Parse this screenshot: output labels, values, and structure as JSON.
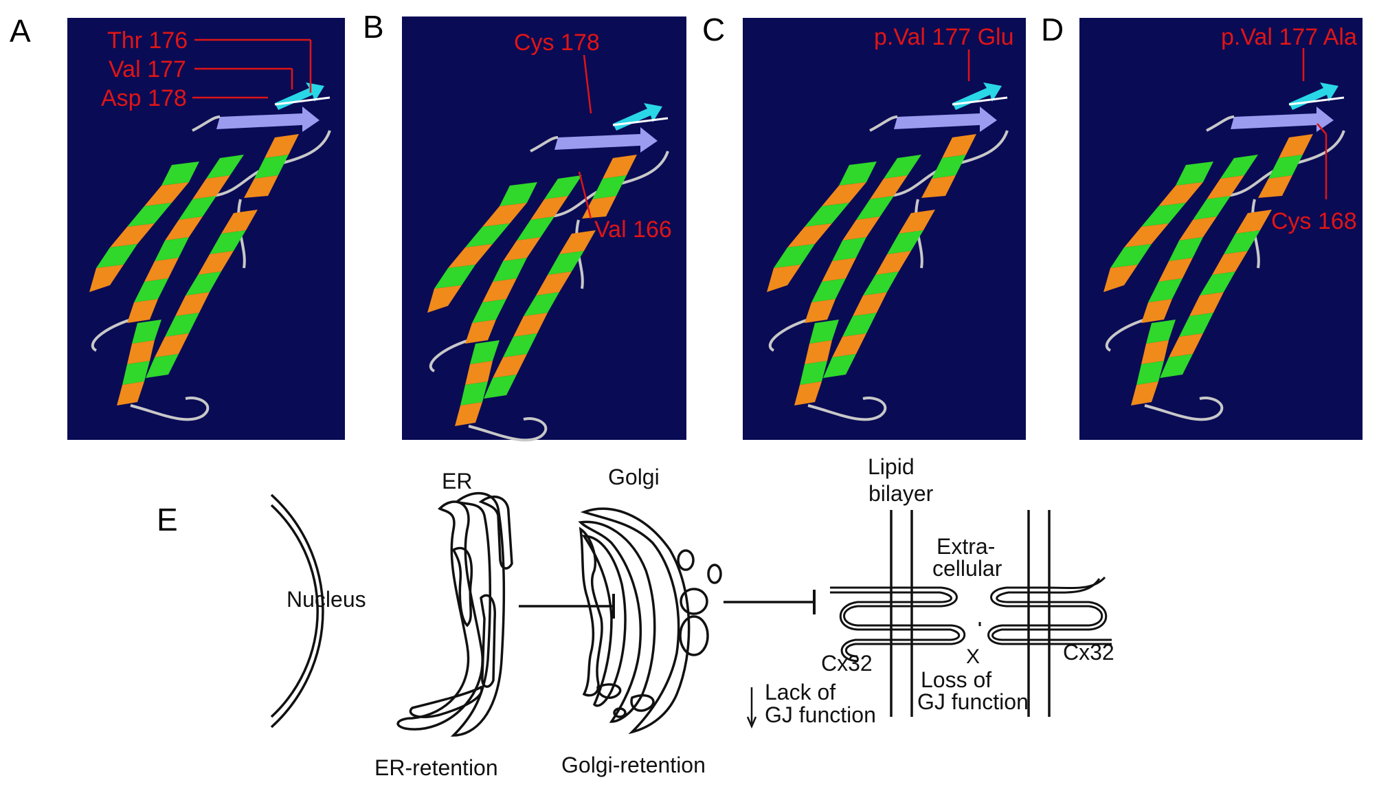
{
  "panels": {
    "A": {
      "letter": "A",
      "labels": [
        "Thr 176",
        "Val 177",
        "Asp 178"
      ]
    },
    "B": {
      "letter": "B",
      "labels": [
        "Cys 178",
        "Val 166"
      ]
    },
    "C": {
      "letter": "C",
      "labels": [
        "p.Val 177 Glu"
      ]
    },
    "D": {
      "letter": "D",
      "labels": [
        "p.Val 177 Ala",
        "Cys 168"
      ]
    }
  },
  "schematic": {
    "letter": "E",
    "nucleus": "Nucleus",
    "er": "ER",
    "golgi": "Golgi",
    "lipid_bilayer_1": "Lipid",
    "lipid_bilayer_2": "bilayer",
    "extracellular_1": "Extra-",
    "extracellular_2": "cellular",
    "cx32_left": "Cx32",
    "cx32_right": "Cx32",
    "lack_1": "Lack of",
    "lack_2": "GJ function",
    "loss_1": "Loss of",
    "loss_2": "GJ function",
    "x_mark": "X",
    "er_retention": "ER-retention",
    "golgi_retention": "Golgi-retention"
  },
  "colors": {
    "panel_bg": "#0a0b55",
    "helix_green": "#2fd82a",
    "helix_orange": "#f08a1a",
    "sheet_lavender": "#9b9cf0",
    "sheet_cyan": "#29d7e6",
    "loop_grey": "#c8c8c8",
    "label_red": "#e01515"
  }
}
